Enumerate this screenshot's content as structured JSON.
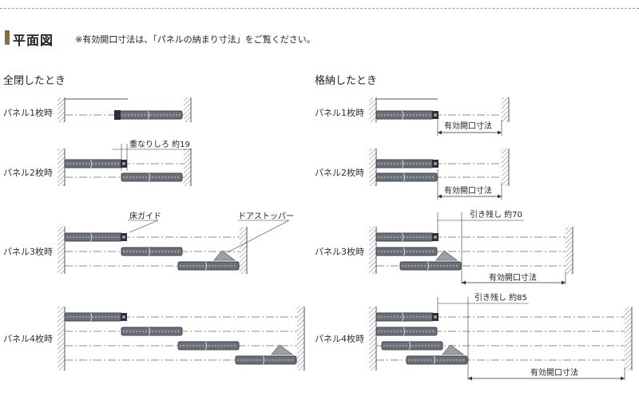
{
  "header": {
    "title": "平面図",
    "note": "※有効開口寸法は、「パネルの納まり寸法」をご覧ください。"
  },
  "sections": {
    "closed": "全閉したとき",
    "stored": "格納したとき"
  },
  "rows": {
    "p1": "パネル1枚時",
    "p2": "パネル2枚時",
    "p3": "パネル3枚時",
    "p4": "パネル4枚時"
  },
  "annotations": {
    "overlap": "重なりしろ 約19",
    "floor_guide": "床ガイド",
    "door_stopper": "ドアストッパー",
    "effective_opening": "有効開口寸法",
    "leftover_70": "引き残し 約70",
    "leftover_85": "引き残し 約85"
  },
  "colors": {
    "accent": "#8a6a42",
    "panel": "#6b6f78",
    "panel_dark": "#3d4048"
  }
}
